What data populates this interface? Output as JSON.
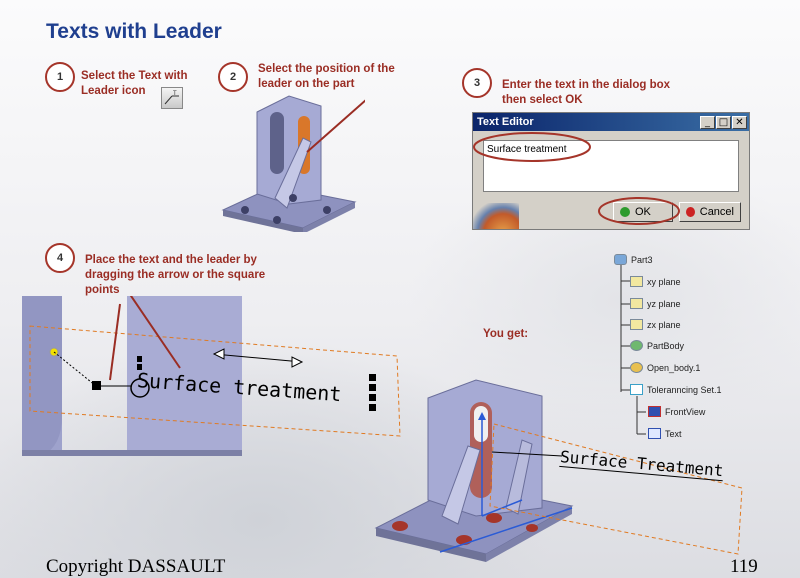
{
  "slide": {
    "title": "Texts with Leader",
    "footer_left": "Copyright DASSAULT",
    "page_number": "119"
  },
  "steps": [
    {
      "number": "1",
      "line1": "Select the Text with",
      "line2": "Leader icon"
    },
    {
      "number": "2",
      "line1": "Select the position of the",
      "line2": "leader on the part"
    },
    {
      "number": "3",
      "line1": "Enter the text in the dialog box",
      "line2": "then select OK"
    },
    {
      "number": "4",
      "line1": "Place the text and the leader by",
      "line2": "dragging the arrow or the square",
      "line3": "points"
    }
  ],
  "dialog": {
    "title": "Text Editor",
    "text_value": "Surface treatment",
    "ok_label": "OK",
    "cancel_label": "Cancel",
    "title_buttons": [
      "_",
      "□",
      "✕"
    ]
  },
  "result": {
    "you_get_label": "You get:",
    "part_text_step4": "Surface treatment",
    "part_text_result": "Surface Treatment"
  },
  "tree": {
    "items": [
      "Part3",
      "xy plane",
      "yz plane",
      "zx plane",
      "PartBody",
      "Open_body.1",
      "Toleranncing Set.1",
      "FrontView",
      "Text"
    ]
  },
  "colors": {
    "title": "#1f3f8f",
    "step_text": "#9a2d24",
    "highlight": "#a5352a",
    "part_fill": "#9b9fc8"
  }
}
